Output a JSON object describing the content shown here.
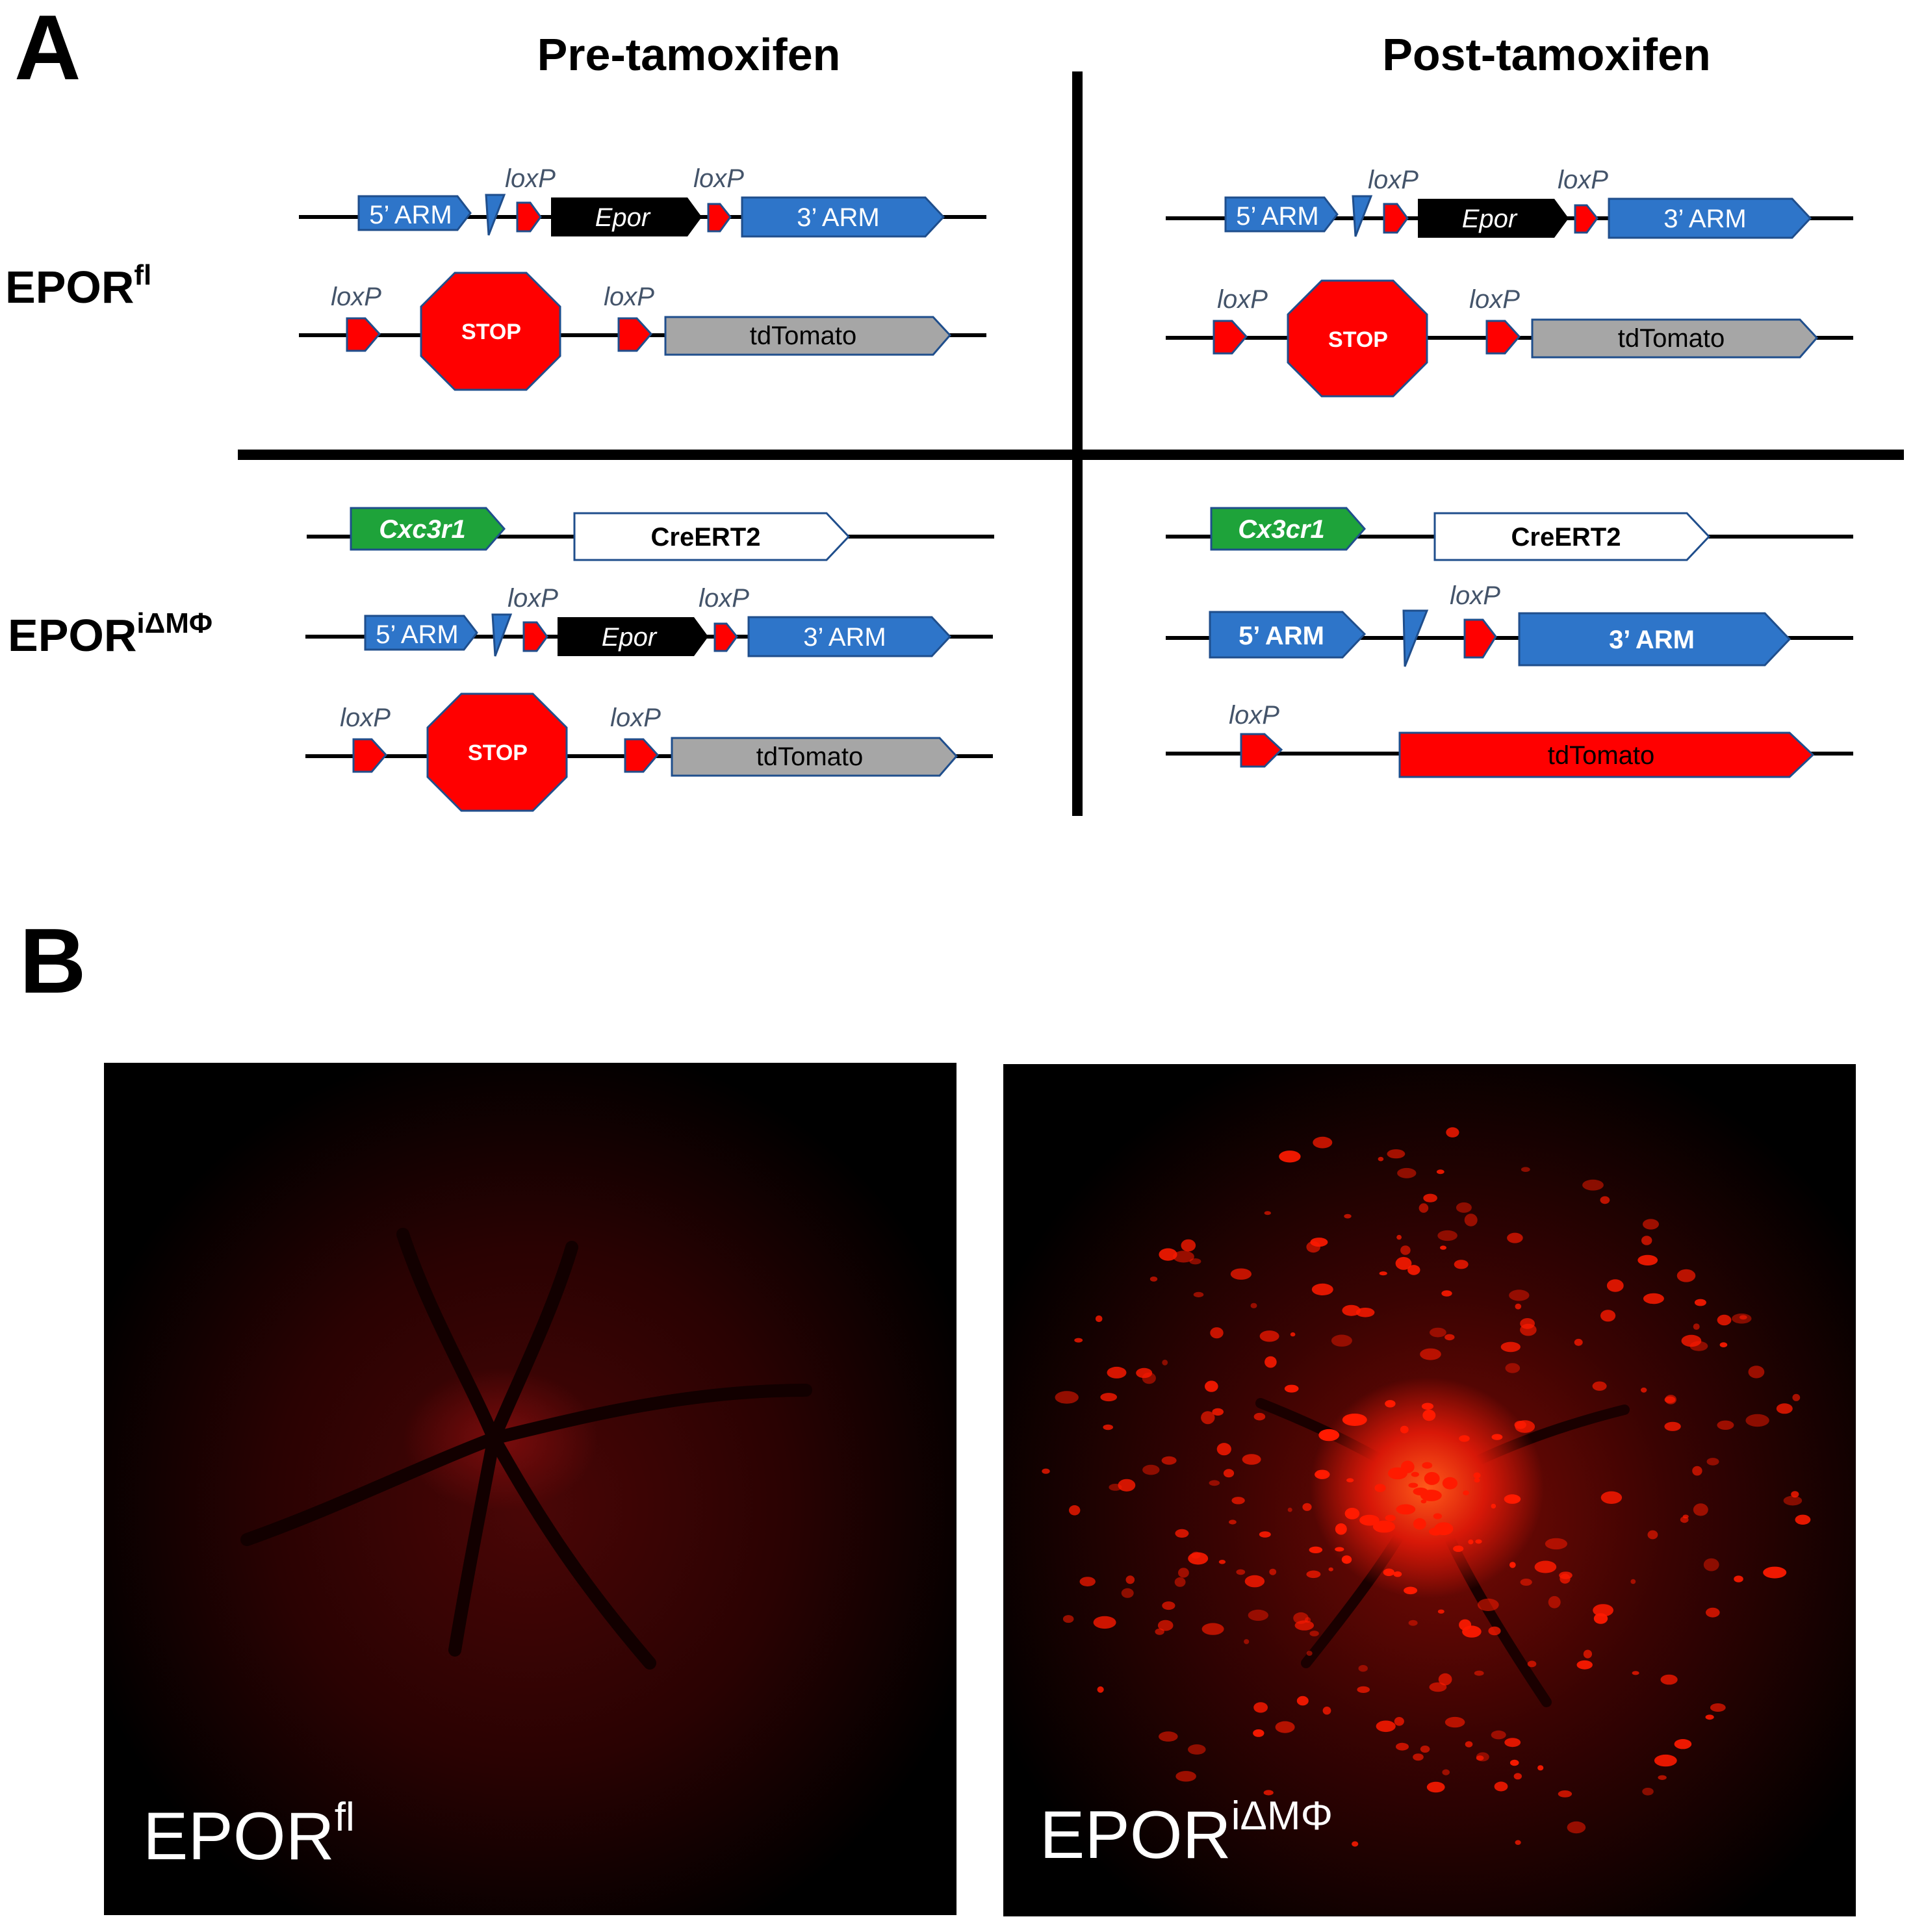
{
  "panels": {
    "a_letter": "A",
    "b_letter": "B"
  },
  "columns": {
    "pre": "Pre-tamoxifen",
    "post": "Post-tamoxifen"
  },
  "rows": {
    "fl_base": "EPOR",
    "fl_sup": "fl",
    "idm_base": "EPOR",
    "idm_sup": "iΔMΦ"
  },
  "elements": {
    "loxp": "loxP",
    "arm5": "5’ ARM",
    "arm3": "3’ ARM",
    "epor": "Epor",
    "stop": "STOP",
    "tdtomato": "tdTomato",
    "creert2": "CreERT2",
    "cx3cr1_pre": "Cxc3r1",
    "cx3cr1_post": "Cx3cr1"
  },
  "photos": {
    "left_base": "EPOR",
    "left_sup": "fl",
    "right_base": "EPOR",
    "right_sup": "iΔMΦ"
  },
  "colors": {
    "arm_blue": "#2e75c9",
    "loxp_red": "#ff0000",
    "cre_green": "#1ea33a",
    "reporter_grey": "#a6a6a6",
    "fluorescence_red": "#ff1a00"
  }
}
